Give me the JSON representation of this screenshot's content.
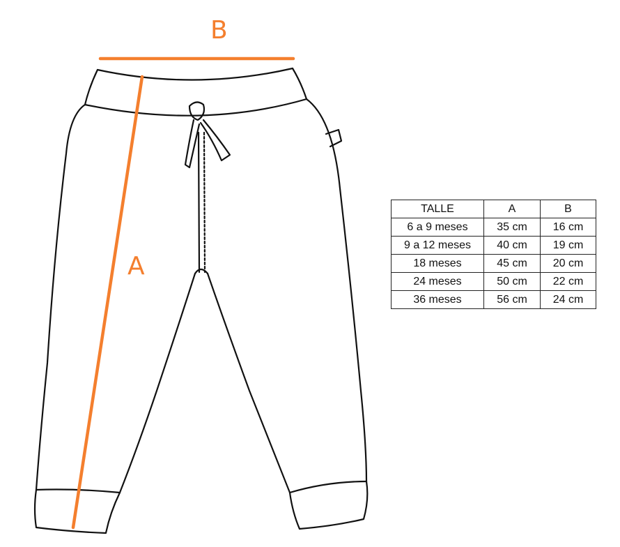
{
  "colors": {
    "accent": "#f47f2e",
    "outline": "#111111"
  },
  "diagram": {
    "label_a": "A",
    "label_b": "B"
  },
  "table": {
    "headers": [
      "TALLE",
      "A",
      "B"
    ],
    "rows": [
      [
        "6 a 9 meses",
        "35 cm",
        "16 cm"
      ],
      [
        "9 a 12 meses",
        "40 cm",
        "19 cm"
      ],
      [
        "18 meses",
        "45 cm",
        "20 cm"
      ],
      [
        "24 meses",
        "50 cm",
        "22 cm"
      ],
      [
        "36 meses",
        "56 cm",
        "24 cm"
      ]
    ]
  }
}
